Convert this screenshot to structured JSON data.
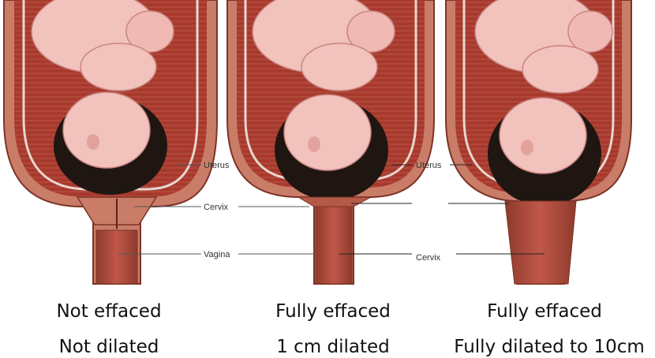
{
  "labels": {
    "uterus": "Uterus",
    "cervix": "Cervix",
    "vagina": "Vagina",
    "uterus_right": "Uterus",
    "cervix_right": "Cervix"
  },
  "captions": [
    {
      "line1": "Not effaced",
      "line2": "Not dilated"
    },
    {
      "line1": "Fully effaced",
      "line2": "1 cm dilated"
    },
    {
      "line1": "Fully effaced",
      "line2": "Fully dilated to 10cm"
    }
  ],
  "colors": {
    "wall": "#c97d68",
    "wall_dark": "#8e3b2c",
    "cavity": "#a93a2e",
    "skin": "#f2c2bd",
    "skin_shade": "#e3a39d",
    "hair": "#1f1612",
    "canal": "#b4473a"
  }
}
